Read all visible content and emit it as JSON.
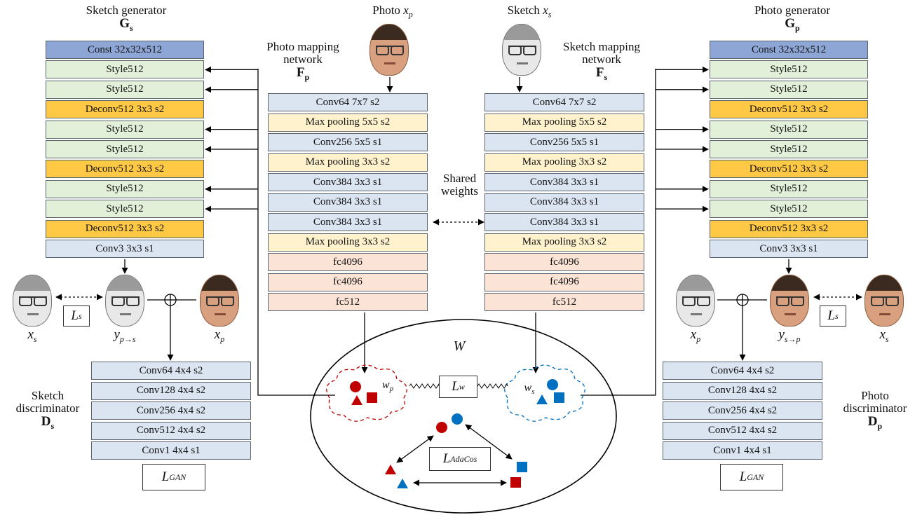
{
  "sketch_generator": {
    "title": "Sketch generator",
    "symbol": "G",
    "symbol_sub": "s",
    "layers": [
      {
        "label": "Const 32x32x512",
        "color": "#8ea6d6"
      },
      {
        "label": "Style512",
        "color": "#e2efd9"
      },
      {
        "label": "Style512",
        "color": "#e2efd9"
      },
      {
        "label": "Deconv512 3x3 s2",
        "color": "#ffc845"
      },
      {
        "label": "Style512",
        "color": "#e2efd9"
      },
      {
        "label": "Style512",
        "color": "#e2efd9"
      },
      {
        "label": "Deconv512 3x3 s2",
        "color": "#ffc845"
      },
      {
        "label": "Style512",
        "color": "#e2efd9"
      },
      {
        "label": "Style512",
        "color": "#e2efd9"
      },
      {
        "label": "Deconv512 3x3 s2",
        "color": "#ffc845"
      },
      {
        "label": "Conv3 3x3 s1",
        "color": "#dbe5f1"
      }
    ]
  },
  "photo_generator": {
    "title": "Photo generator",
    "symbol": "G",
    "symbol_sub": "p",
    "layers": [
      {
        "label": "Const 32x32x512",
        "color": "#8ea6d6"
      },
      {
        "label": "Style512",
        "color": "#e2efd9"
      },
      {
        "label": "Style512",
        "color": "#e2efd9"
      },
      {
        "label": "Deconv512 3x3 s2",
        "color": "#ffc845"
      },
      {
        "label": "Style512",
        "color": "#e2efd9"
      },
      {
        "label": "Style512",
        "color": "#e2efd9"
      },
      {
        "label": "Deconv512 3x3 s2",
        "color": "#ffc845"
      },
      {
        "label": "Style512",
        "color": "#e2efd9"
      },
      {
        "label": "Style512",
        "color": "#e2efd9"
      },
      {
        "label": "Deconv512 3x3 s2",
        "color": "#ffc845"
      },
      {
        "label": "Conv3 3x3 s1",
        "color": "#dbe5f1"
      }
    ]
  },
  "photo_mapping": {
    "title_line1": "Photo mapping",
    "title_line2": "network",
    "symbol": "F",
    "symbol_sub": "p",
    "input_label": "Photo ",
    "input_var": "x",
    "input_sub": "p",
    "layers": [
      {
        "label": "Conv64 7x7 s2",
        "color": "#dbe5f1"
      },
      {
        "label": "Max pooling 5x5 s2",
        "color": "#fff2cc"
      },
      {
        "label": "Conv256 5x5 s1",
        "color": "#dbe5f1"
      },
      {
        "label": "Max pooling 3x3 s2",
        "color": "#fff2cc"
      },
      {
        "label": "Conv384 3x3 s1",
        "color": "#dbe5f1"
      },
      {
        "label": "Conv384 3x3 s1",
        "color": "#dbe5f1"
      },
      {
        "label": "Conv384 3x3 s1",
        "color": "#dbe5f1"
      },
      {
        "label": "Max pooling 3x3 s2",
        "color": "#fff2cc"
      },
      {
        "label": "fc4096",
        "color": "#fbe3d6"
      },
      {
        "label": "fc4096",
        "color": "#fbe3d6"
      },
      {
        "label": "fc512",
        "color": "#fbe3d6"
      }
    ]
  },
  "sketch_mapping": {
    "title_line1": "Sketch mapping",
    "title_line2": "network",
    "symbol": "F",
    "symbol_sub": "s",
    "input_label": "Sketch ",
    "input_var": "x",
    "input_sub": "s",
    "layers": [
      {
        "label": "Conv64 7x7 s2",
        "color": "#dbe5f1"
      },
      {
        "label": "Max pooling 5x5 s2",
        "color": "#fff2cc"
      },
      {
        "label": "Conv256 5x5 s1",
        "color": "#dbe5f1"
      },
      {
        "label": "Max pooling 3x3 s2",
        "color": "#fff2cc"
      },
      {
        "label": "Conv384 3x3 s1",
        "color": "#dbe5f1"
      },
      {
        "label": "Conv384 3x3 s1",
        "color": "#dbe5f1"
      },
      {
        "label": "Conv384 3x3 s1",
        "color": "#dbe5f1"
      },
      {
        "label": "Max pooling 3x3 s2",
        "color": "#fff2cc"
      },
      {
        "label": "fc4096",
        "color": "#fbe3d6"
      },
      {
        "label": "fc4096",
        "color": "#fbe3d6"
      },
      {
        "label": "fc512",
        "color": "#fbe3d6"
      }
    ]
  },
  "shared_weights": {
    "line1": "Shared",
    "line2": "weights"
  },
  "sketch_discriminator": {
    "title_line1": "Sketch",
    "title_line2": "discriminator",
    "symbol": "D",
    "symbol_sub": "s",
    "layers": [
      {
        "label": "Conv64 4x4 s2",
        "color": "#dbe5f1"
      },
      {
        "label": "Conv128 4x4 s2",
        "color": "#dbe5f1"
      },
      {
        "label": "Conv256 4x4 s2",
        "color": "#dbe5f1"
      },
      {
        "label": "Conv512 4x4 s2",
        "color": "#dbe5f1"
      },
      {
        "label": "Conv1 4x4 s1",
        "color": "#dbe5f1"
      }
    ]
  },
  "photo_discriminator": {
    "title_line1": "Photo",
    "title_line2": "discriminator",
    "symbol": "D",
    "symbol_sub": "p",
    "layers": [
      {
        "label": "Conv64 4x4 s2",
        "color": "#dbe5f1"
      },
      {
        "label": "Conv128 4x4 s2",
        "color": "#dbe5f1"
      },
      {
        "label": "Conv256 4x4 s2",
        "color": "#dbe5f1"
      },
      {
        "label": "Conv512 4x4 s2",
        "color": "#dbe5f1"
      },
      {
        "label": "Conv1 4x4 s1",
        "color": "#dbe5f1"
      }
    ]
  },
  "left_faces": {
    "sketch_label": "x",
    "sketch_sub": "s",
    "generated_label": "y",
    "generated_sub": "p→s",
    "photo_label": "x",
    "photo_sub": "p"
  },
  "right_faces": {
    "sketch_label": "x",
    "sketch_sub": "p",
    "generated_label": "y",
    "generated_sub": "s→p",
    "photo_label": "x",
    "photo_sub": "s"
  },
  "losses": {
    "ls_var": "L",
    "ls_sub": "s",
    "lw_var": "L",
    "lw_sub": "w",
    "gan_var": "L",
    "gan_sub": "GAN",
    "adacos_var": "L",
    "adacos_sub": "AdaCos"
  },
  "latent_space": {
    "label": "W",
    "wp_var": "w",
    "wp_sub": "p",
    "ws_var": "w",
    "ws_sub": "s"
  },
  "colors": {
    "red": "#c00000",
    "blue": "#0070c0",
    "latent_red_dash": "#c00000",
    "latent_blue_dash": "#0070c0"
  }
}
